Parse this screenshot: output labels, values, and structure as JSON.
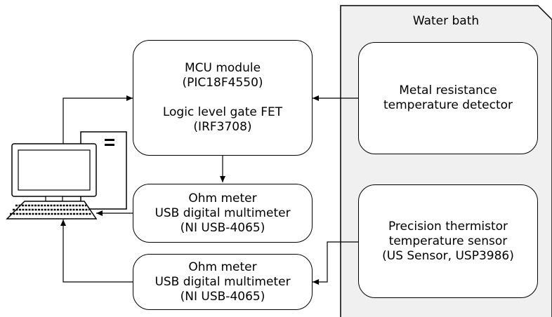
{
  "water_bath": {
    "title": "Water bath"
  },
  "mcu_box": {
    "line1": "MCU module",
    "line2": "(PIC18F4550)",
    "line3": "Logic level gate FET",
    "line4": "(IRF3708)"
  },
  "metal_box": {
    "line1": "Metal resistance",
    "line2": "temperature detector"
  },
  "ohm_meter_1": {
    "line1": "Ohm meter",
    "line2": "USB digital multimeter",
    "line3": "(NI USB-4065)"
  },
  "ohm_meter_2": {
    "line1": "Ohm meter",
    "line2": "USB digital multimeter",
    "line3": "(NI USB-4065)"
  },
  "thermistor_box": {
    "line1": "Precision thermistor",
    "line2": "temperature sensor",
    "line3": "(US Sensor, USP3986)"
  },
  "computer": {
    "icon": "desktop-computer-icon"
  },
  "colors": {
    "stroke": "#000000",
    "bath_fill": "#f0f0f0",
    "background": "#ffffff"
  }
}
